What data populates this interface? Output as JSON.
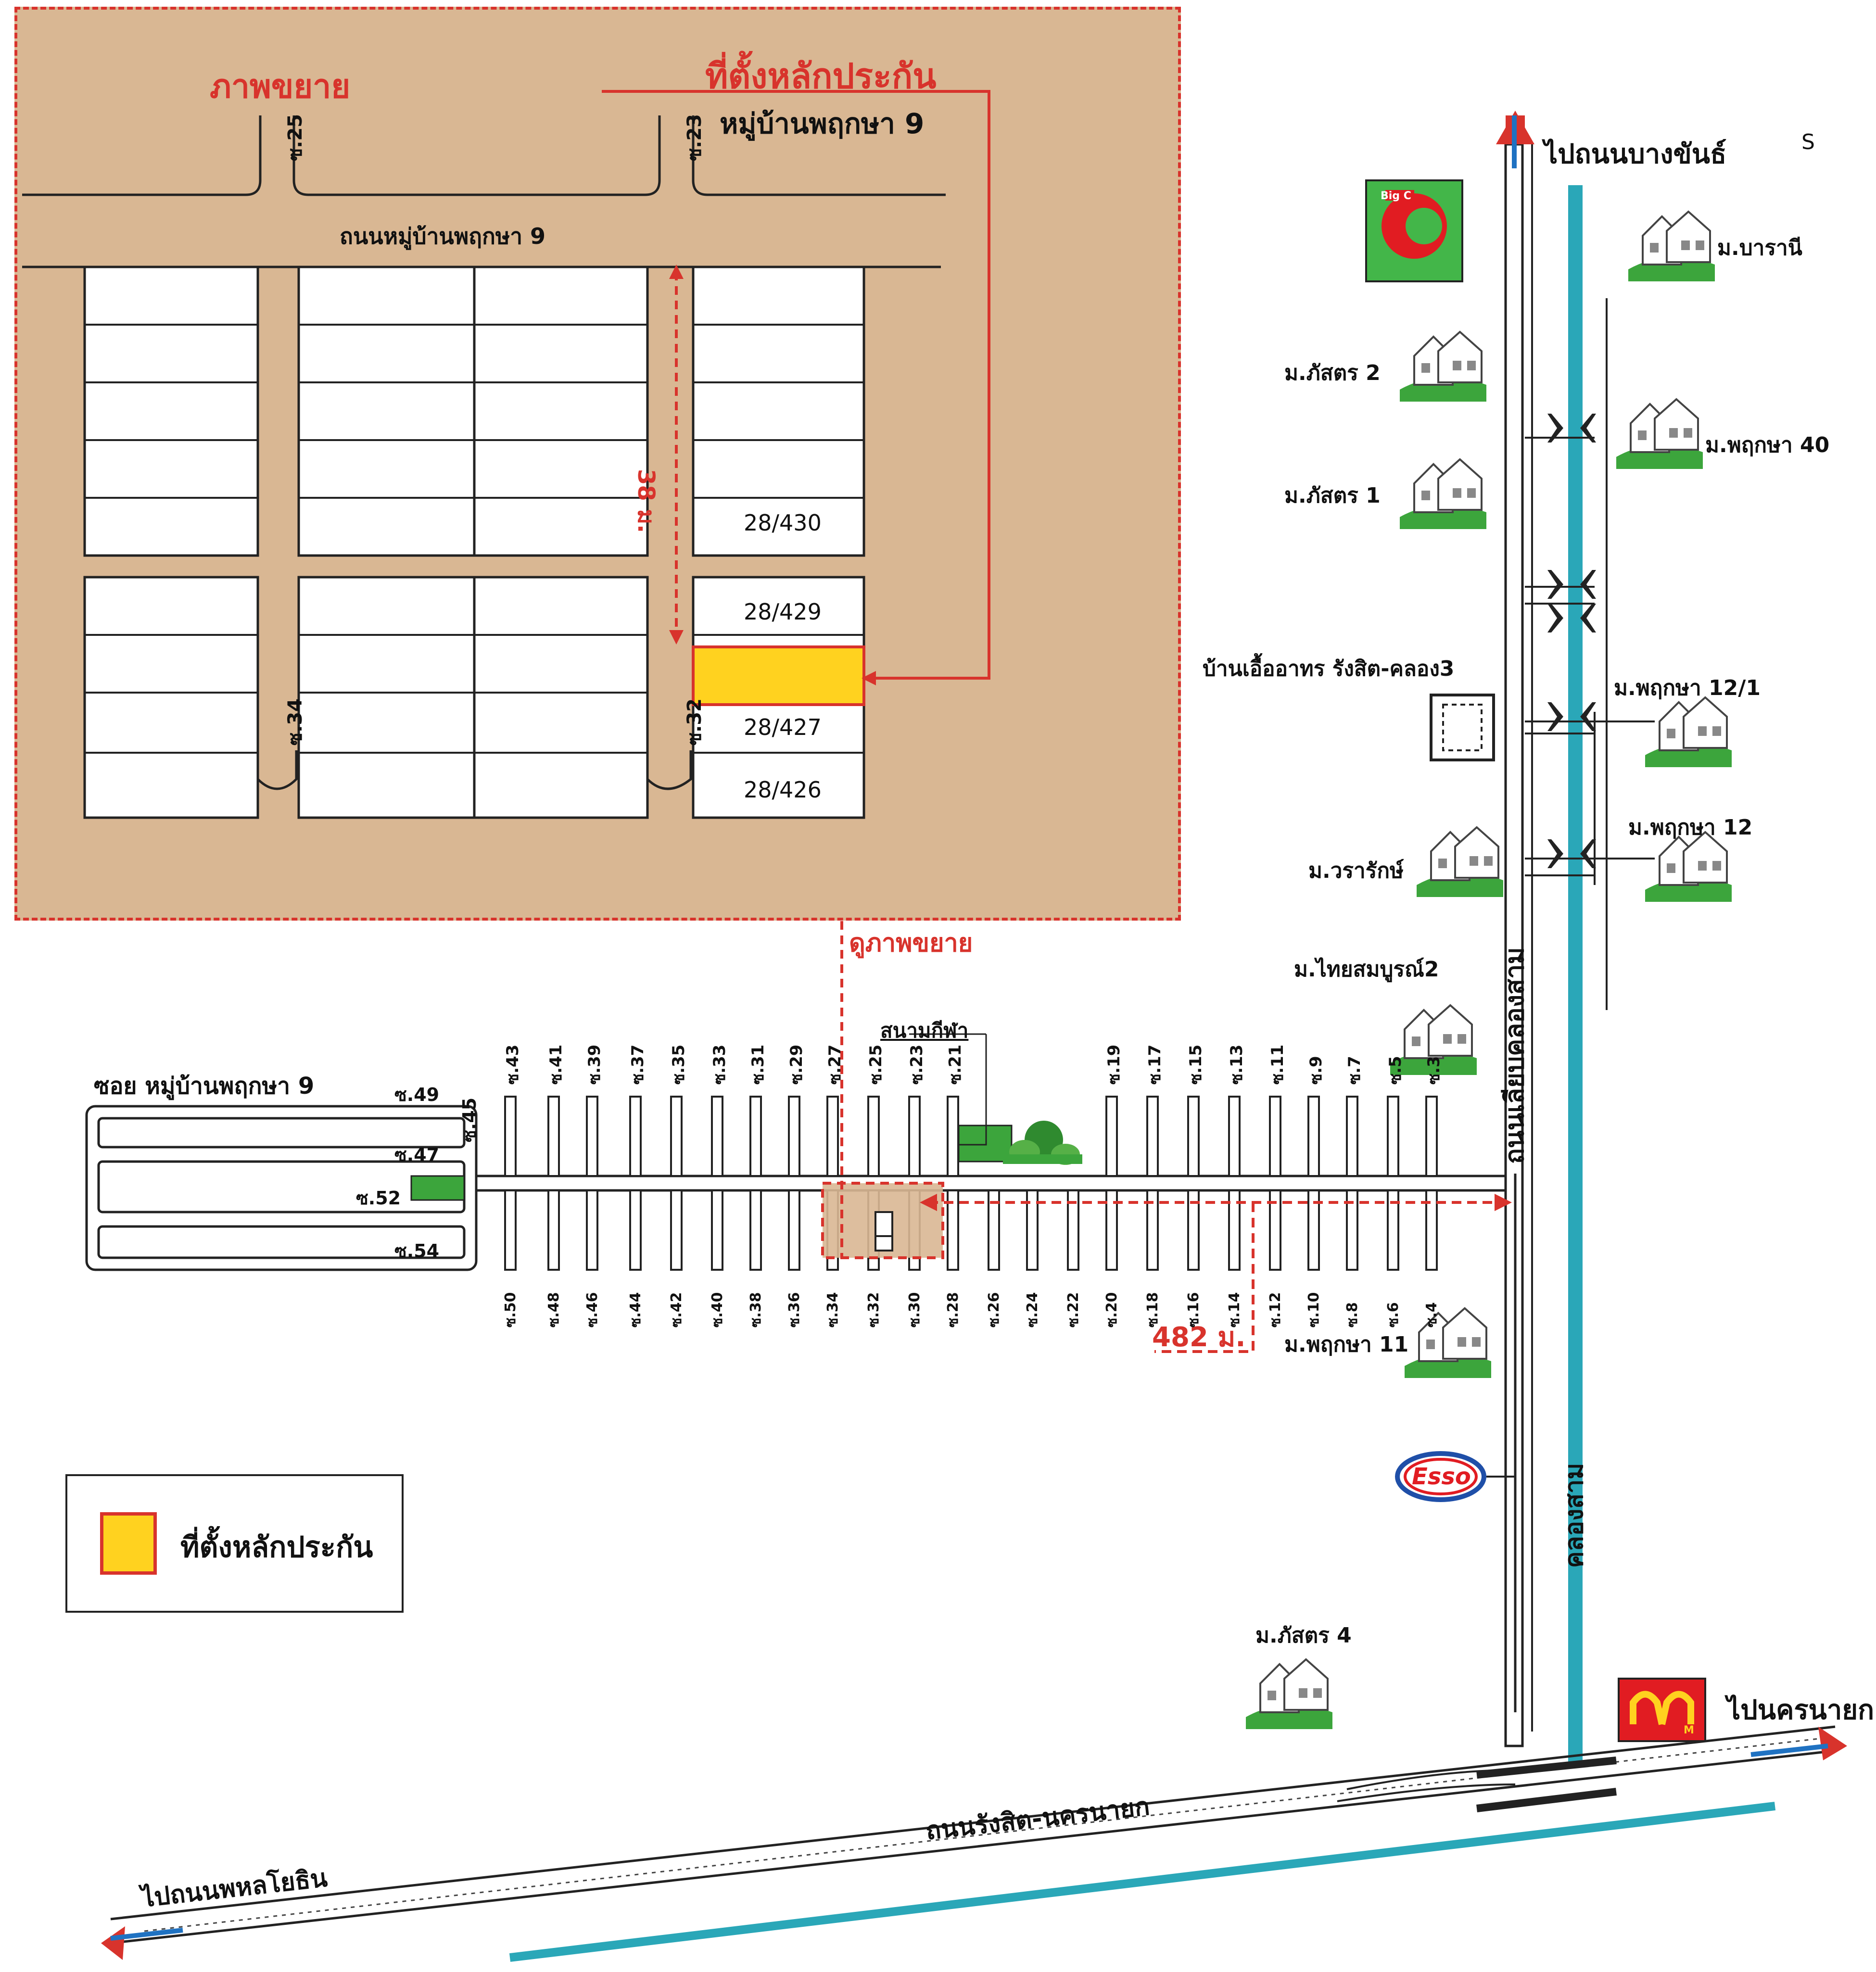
{
  "inset": {
    "title_left": "ภาพขยาย",
    "title_right": "ที่ตั้งหลักประกัน",
    "village": "หมู่บ้านพฤกษา 9",
    "road": "ถนนหมู่บ้านพฤกษา 9",
    "soi_25": "ซ.25",
    "soi_23": "ซ.23",
    "soi_34": "ซ.34",
    "soi_32": "ซ.32",
    "distance": "38 ม.",
    "plot_430": "28/430",
    "plot_429": "28/429",
    "plot_427": "28/427",
    "plot_426": "28/426"
  },
  "view_enlarged": "ดูภาพขยาย",
  "stadium": "สนามกีฬา",
  "soi_main": "ซอย หมู่บ้านพฤกษา 9",
  "sois_top": [
    "ซ.43",
    "ซ.41",
    "ซ.39",
    "ซ.37",
    "ซ.35",
    "ซ.33",
    "ซ.31",
    "ซ.29",
    "ซ.27",
    "ซ.25",
    "ซ.23",
    "ซ.21",
    "ซ.19",
    "ซ.17",
    "ซ.15",
    "ซ.13",
    "ซ.11",
    "ซ.9",
    "ซ.7",
    "ซ.5",
    "ซ.3"
  ],
  "sois_bottom": [
    "ซ.50",
    "ซ.48",
    "ซ.46",
    "ซ.44",
    "ซ.42",
    "ซ.40",
    "ซ.38",
    "ซ.36",
    "ซ.34",
    "ซ.32",
    "ซ.30",
    "ซ.28",
    "ซ.26",
    "ซ.24",
    "ซ.22",
    "ซ.20",
    "ซ.18",
    "ซ.16",
    "ซ.14",
    "ซ.12",
    "ซ.10",
    "ซ.8",
    "ซ.6",
    "ซ.4"
  ],
  "sois_left": {
    "s49": "ซ.49",
    "s47": "ซ.47",
    "s45": "ซ.45",
    "s52": "ซ.52",
    "s54": "ซ.54"
  },
  "distance_main": "482 ม.",
  "villages": {
    "barani": "ม.บารานี",
    "phatthara2": "ม.ภัสตร 2",
    "phatthara1": "ม.ภัสตร 1",
    "pruksa40": "ม.พฤกษา 40",
    "ban_ua": "บ้านเอื้ออาทร รังสิต-คลอง3",
    "pruksa12_1": "ม.พฤกษา 12/1",
    "pruksa12": "ม.พฤกษา 12",
    "waraluck": "ม.วรารักษ์",
    "thaisombun2": "ม.ไทยสมบูรณ์2",
    "pruksa11": "ม.พฤกษา 11",
    "phatthara4": "ม.ภัสตร 4"
  },
  "roads": {
    "to_bangkhan": "ไปถนนบางขันธ์",
    "s_mark": "S",
    "klong3_road": "ถนนเลียบคลองสาม",
    "klong3": "คลองสาม",
    "to_nakhonnayok": "ไปนครนายก",
    "rangsit_road": "ถนนรังสิต-นครนายก",
    "to_phahon": "ไปถนนพหลโยธิน"
  },
  "brands": {
    "bigc": "Big C",
    "esso": "Esso",
    "mcd": "M"
  },
  "legend": {
    "label": "ที่ตั้งหลักประกัน"
  },
  "colors": {
    "red": "#d8332c",
    "yellow": "#ffd21f",
    "canal": "#2aa7b8",
    "inset_bg": "#d9b793",
    "green": "#3ca53c"
  }
}
